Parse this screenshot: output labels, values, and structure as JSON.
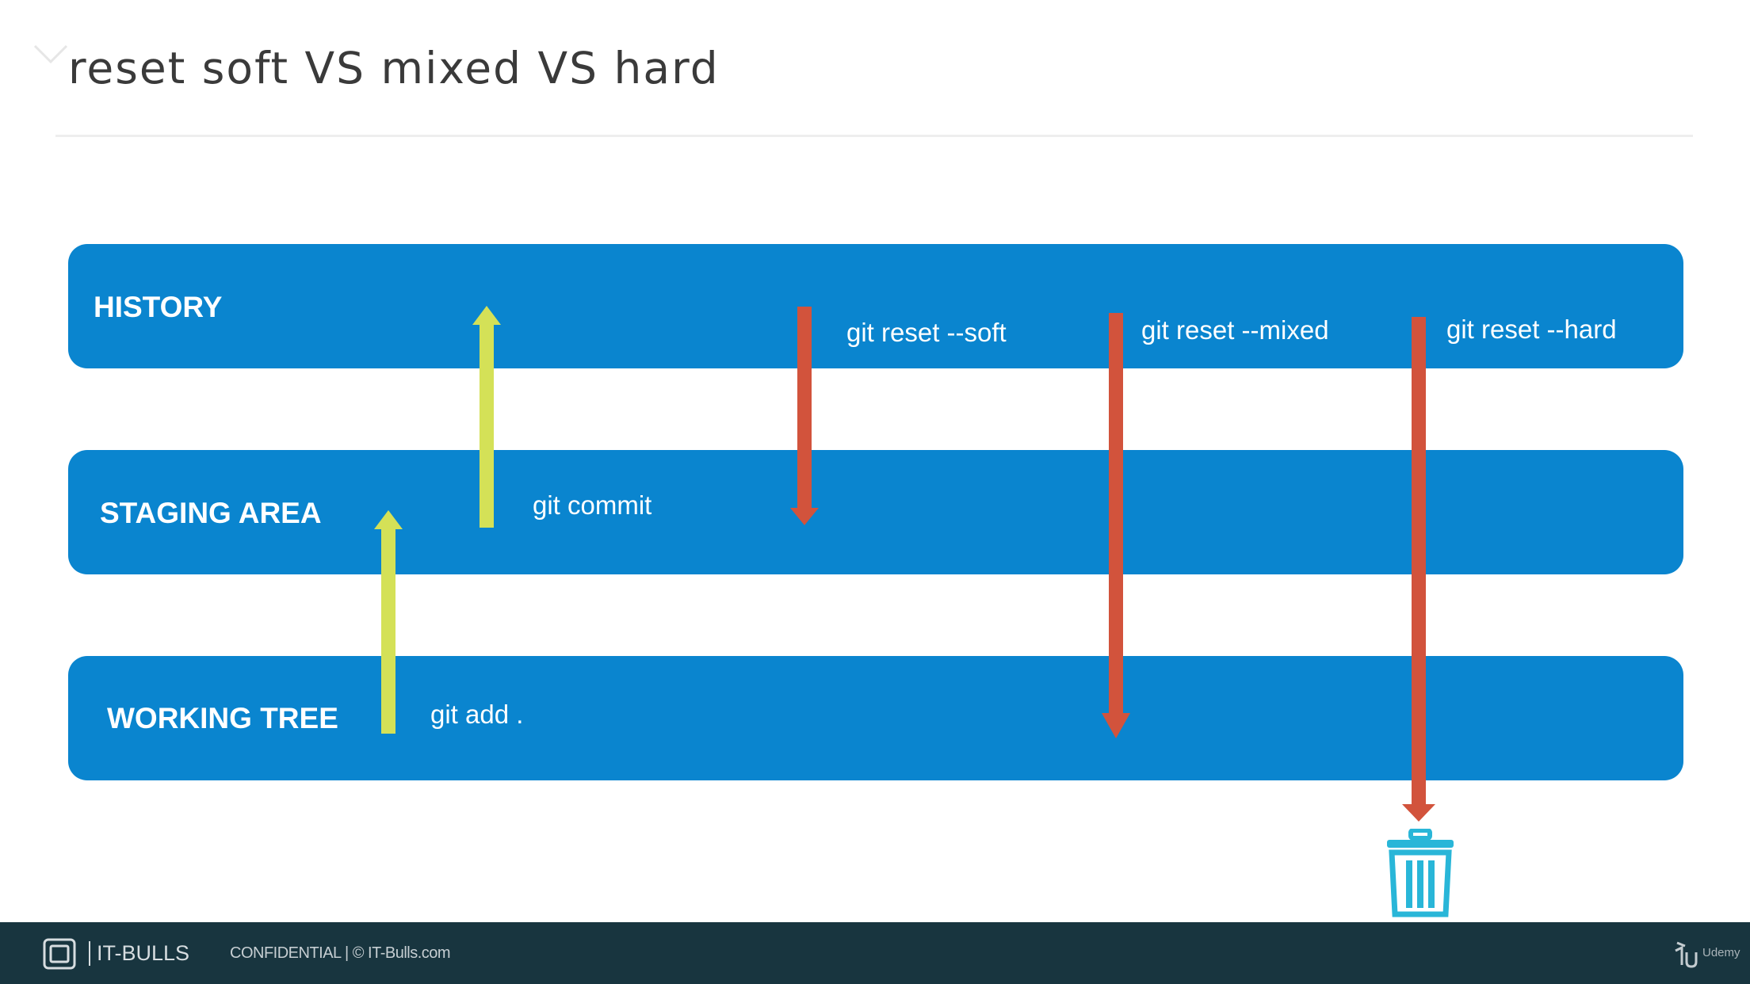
{
  "title": "reset soft VS mixed VS hard",
  "layers": {
    "history": "HISTORY",
    "staging": "STAGING AREA",
    "working": "WORKING TREE"
  },
  "commands": {
    "add": "git add .",
    "commit": "git commit",
    "reset_soft": "git reset --soft",
    "reset_mixed": "git reset --mixed",
    "reset_hard": "git reset --hard"
  },
  "footer": {
    "brand": "IT-BULLS",
    "text": "CONFIDENTIAL  |  © IT-Bulls.com",
    "udemy": "Udemy"
  },
  "icons": [
    "trash-icon",
    "it-bulls-logo-icon",
    "udemy-logo-icon"
  ],
  "colors": {
    "band": "#0a85cf",
    "forward_arrow": "#d4e157",
    "reset_arrow": "#d2533c",
    "trash": "#29b6d8",
    "footer": "#18353f"
  }
}
